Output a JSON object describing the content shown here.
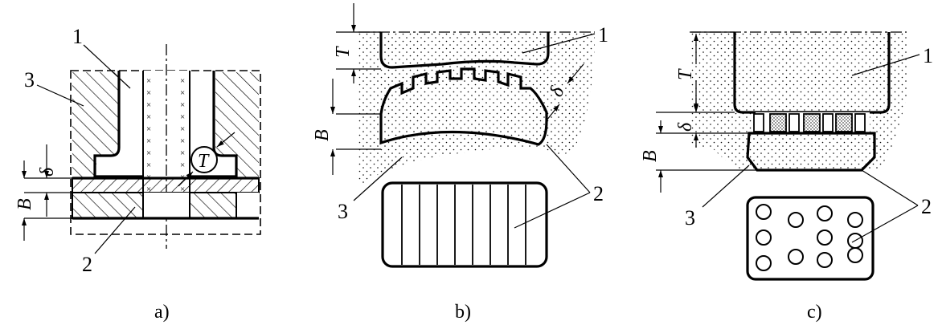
{
  "panels": {
    "a": {
      "caption": "a)",
      "labels": {
        "part1": "1",
        "part2": "2",
        "part3": "3"
      },
      "dims": {
        "delta": "δ",
        "B": "B",
        "T": "T"
      }
    },
    "b": {
      "caption": "b)",
      "labels": {
        "part1": "1",
        "part2": "2",
        "part3": "3"
      },
      "dims": {
        "T": "T",
        "delta": "δ",
        "B": "B"
      }
    },
    "c": {
      "caption": "c)",
      "labels": {
        "part1": "1",
        "part2": "2",
        "part3": "3"
      },
      "dims": {
        "T": "T",
        "delta": "δ",
        "B": "B"
      }
    }
  }
}
